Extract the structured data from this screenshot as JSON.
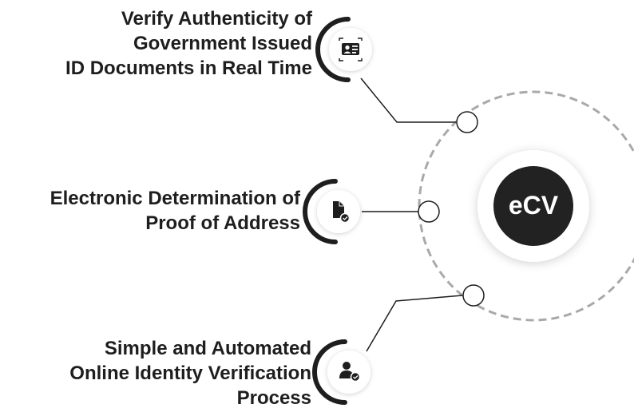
{
  "center": {
    "label": "eCV"
  },
  "features": [
    {
      "id": "id-verification",
      "lines": [
        "Verify Authenticity of",
        "Government Issued",
        "ID Documents in Real Time"
      ],
      "icon": "id-card-icon"
    },
    {
      "id": "proof-of-address",
      "lines": [
        "Electronic Determination of",
        "Proof of Address"
      ],
      "icon": "document-check-icon"
    },
    {
      "id": "online-verification",
      "lines": [
        "Simple and Automated",
        "Online Identity Verification",
        "Process"
      ],
      "icon": "user-check-icon"
    }
  ],
  "colors": {
    "text": "#1e1e1e",
    "center_fill": "#222222",
    "dashed_ring": "#a9a9a9",
    "accent": "#1e1e1e"
  }
}
